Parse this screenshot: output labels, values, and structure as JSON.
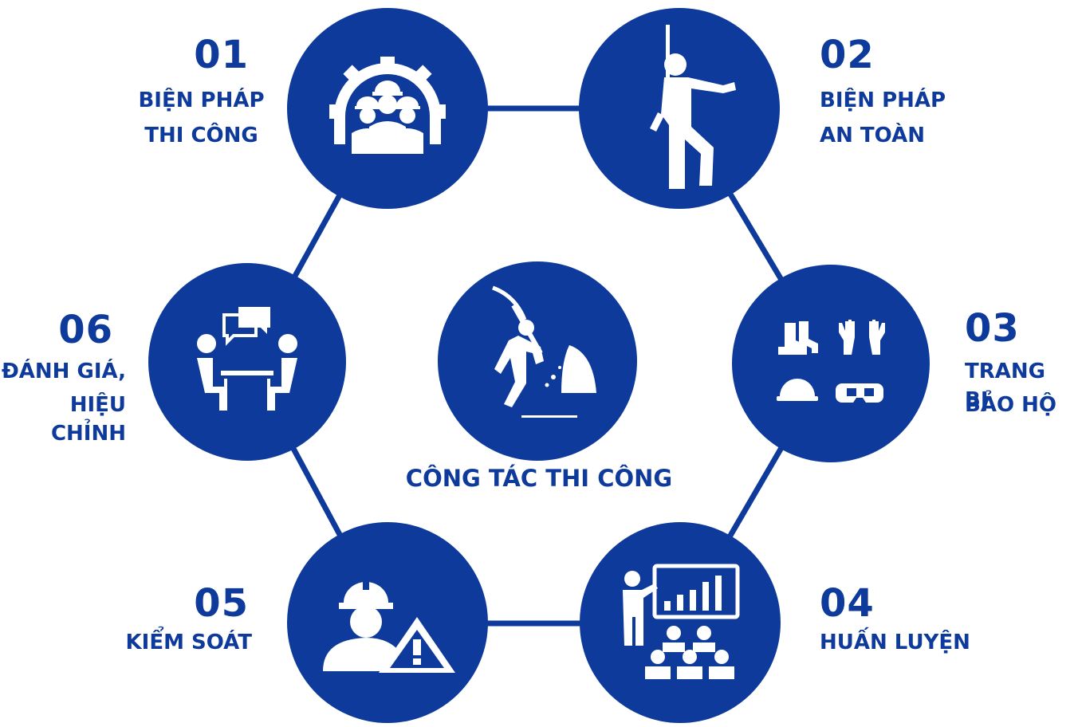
{
  "colors": {
    "primary": "#0e3a9c",
    "icon": "#ffffff",
    "background": "#ffffff"
  },
  "center": {
    "label": "CÔNG TÁC THI CÔNG",
    "icon": "miner-pickaxe-icon"
  },
  "steps": [
    {
      "number": "01",
      "line1": "BIỆN PHÁP",
      "line2": "THI CÔNG",
      "icon": "workers-gear-icon"
    },
    {
      "number": "02",
      "line1": "BIỆN PHÁP",
      "line2": "AN TOÀN",
      "icon": "safety-harness-icon"
    },
    {
      "number": "03",
      "line1": "TRANG BỊ",
      "line2": "BẢO HỘ",
      "icon": "protective-equipment-icon"
    },
    {
      "number": "04",
      "line1": "HUẤN LUYỆN",
      "line2": "",
      "icon": "training-presentation-icon"
    },
    {
      "number": "05",
      "line1": "KIỂM SOÁT",
      "line2": "",
      "icon": "worker-warning-icon"
    },
    {
      "number": "06",
      "line1": "ĐÁNH GIÁ,",
      "line2": "HIỆU CHỈNH",
      "icon": "meeting-discussion-icon"
    }
  ]
}
